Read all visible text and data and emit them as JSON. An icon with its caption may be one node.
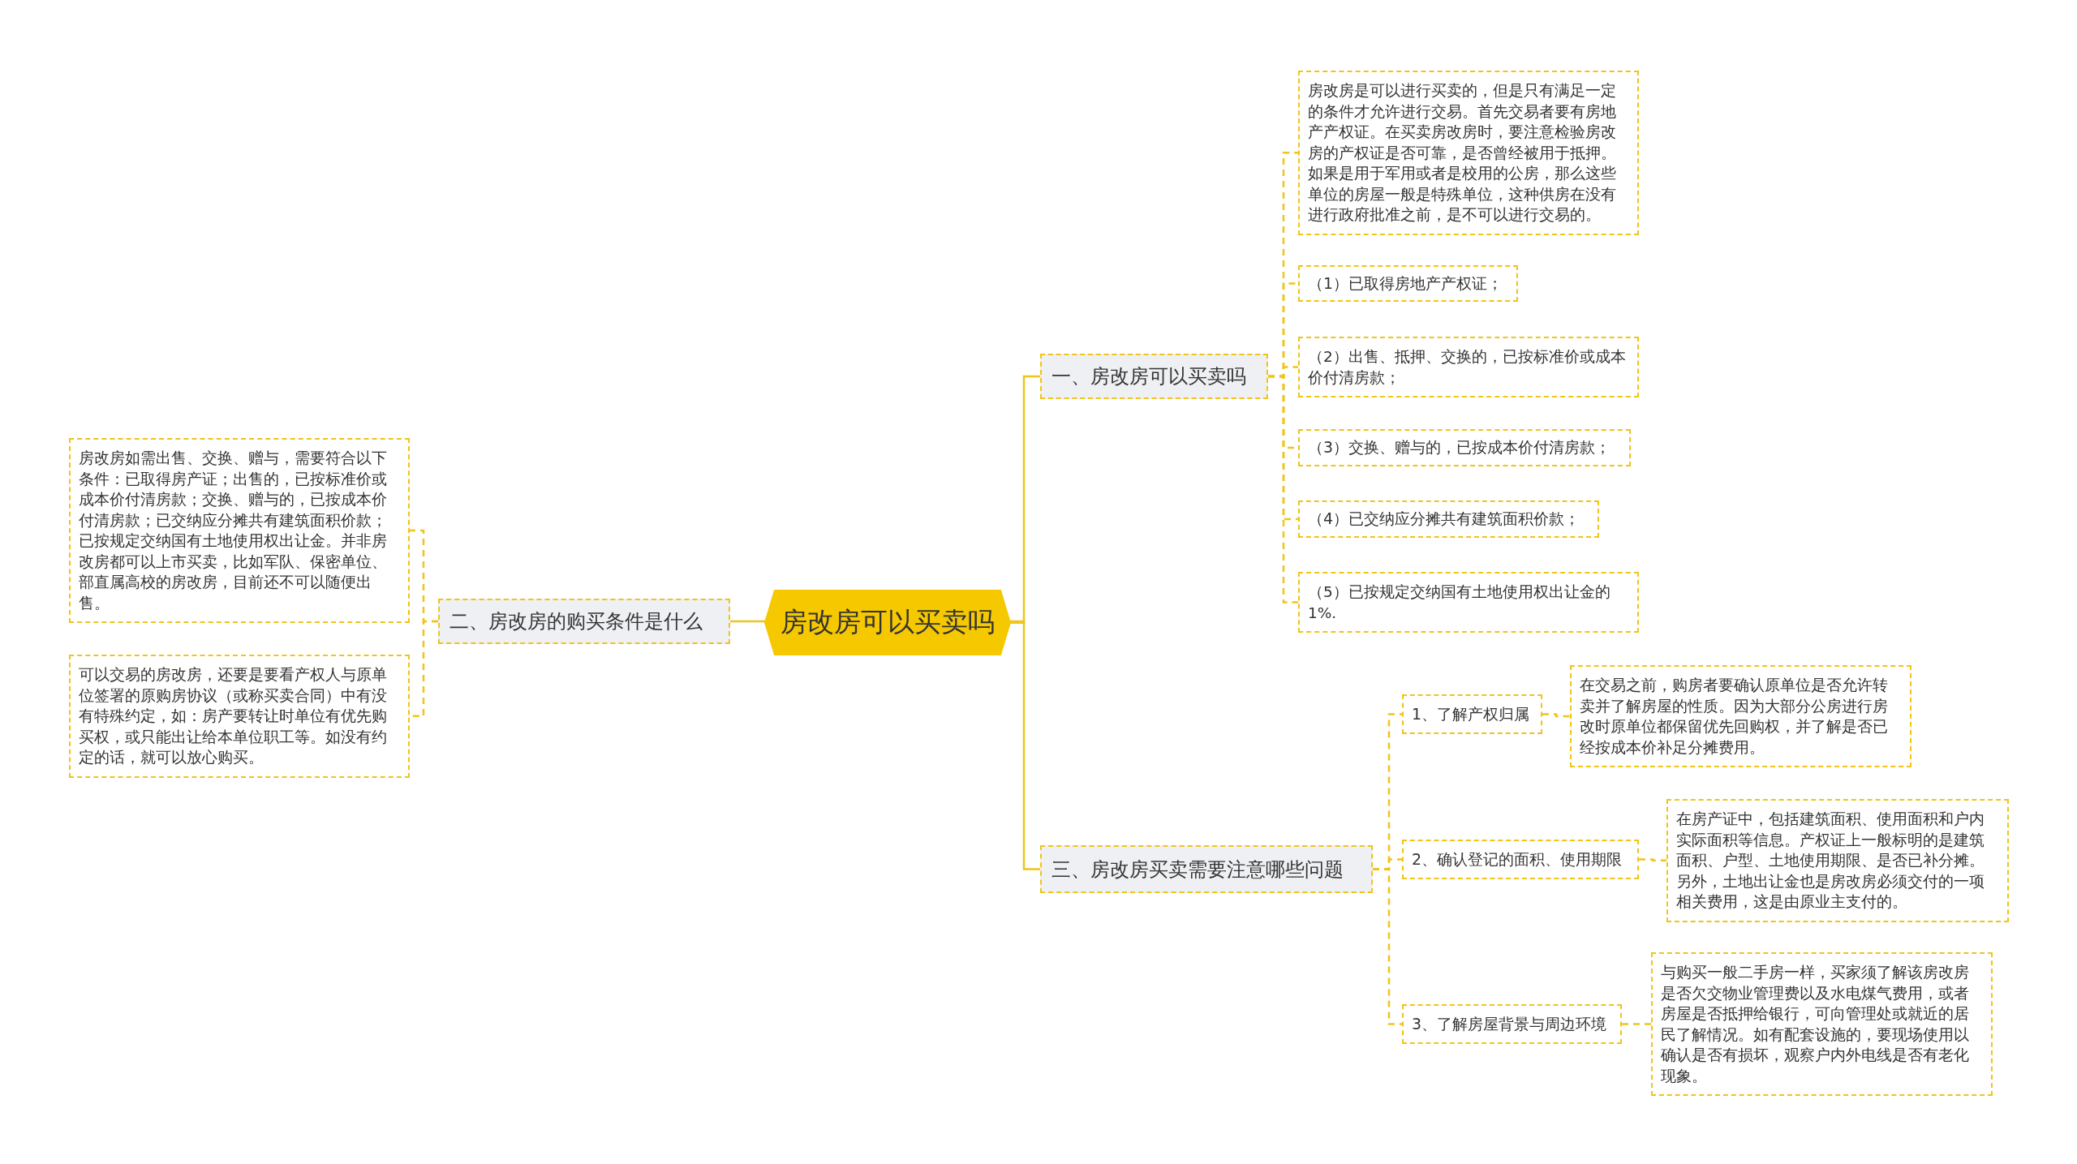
{
  "diagram": {
    "nodes": [
      {
        "text": [
          "房改房可以买卖吗"
        ]
      },
      {
        "text": [
          "一、房改房可以买卖吗"
        ]
      },
      {
        "text": [
          "房改房是可以进行买卖的，但是只有满足一定的条件才允许进行交易。首先交易者要有房地产产权证。在买卖房改房时，要注意检验房改房的产权证是否可靠，是否曾经被用于抵押。如果是用于军用或者是校用的公房，那么这些单位的房屋一般是特殊单位，这种供房在没有进行政府批准之前，是不可以进行交易的。"
        ]
      },
      {
        "text": [
          "（1）已取得房地产产权证；"
        ]
      },
      {
        "text": [
          "（2）出售、抵押、交换的，已按标准价或成本价付清房款；"
        ]
      },
      {
        "text": [
          "（3）交换、赠与的，已按成本价付清房款；"
        ]
      },
      {
        "text": [
          "（4）已交纳应分摊共有建筑面积价款；"
        ]
      },
      {
        "text": [
          "（5）已按规定交纳国有土地使用权出让金的1%."
        ]
      },
      {
        "text": [
          "二、房改房的购买条件是什么"
        ]
      },
      {
        "text": [
          "房改房如需出售、交换、赠与，需要符合以下条件：已取得房产证；出售的，已按标准价或成本价付清房款；交换、赠与的，已按成本价付清房款；已交纳应分摊共有建筑面积价款；已按规定交纳国有土地使用权出让金。并非房改房都可以上市买卖，比如军队、保密单位、部直属高校的房改房，目前还不可以随便出售。"
        ]
      },
      {
        "text": [
          "可以交易的房改房，还要是要看产权人与原单位签署的原购房协议（或称买卖合同）中有没有特殊约定，如：房产要转让时单位有优先购买权，或只能出让给本单位职工等。如没有约定的话，就可以放心购买。"
        ]
      },
      {
        "text": [
          "三、房改房买卖需要注意哪些问题"
        ]
      },
      {
        "text": [
          "1、了解产权归属"
        ]
      },
      {
        "text": [
          "在交易之前，购房者要确认原单位是否允许转卖并了解房屋的性质。因为大部分公房进行房改时原单位都保留优先回购权，并了解是否已经按成本价补足分摊费用。"
        ]
      },
      {
        "text": [
          "2、确认登记的面积、使用期限"
        ]
      },
      {
        "text": [
          "在房产证中，包括建筑面积、使用面积和户内实际面积等信息。产权证上一般标明的是建筑面积、户型、土地使用期限、是否已补分摊。另外，土地出让金也是房改房必须交付的一项相关费用，这是由原业主支付的。"
        ]
      },
      {
        "text": [
          "3、了解房屋背景与周边环境"
        ]
      },
      {
        "text": [
          "与购买一般二手房一样，买家须了解该房改房是否欠交物业管理费以及水电煤气费用，或者房屋是否抵押给银行，可向管理处或就近的居民了解情况。如有配套设施的，要现场使用以确认是否有损坏，观察户内外电线是否有老化现象。"
        ]
      }
    ],
    "edges": [
      {
        "from": 0,
        "to": 1,
        "arrow": "none"
      },
      {
        "from": 1,
        "to": 2,
        "arrow": "none",
        "style": "dashed"
      },
      {
        "from": 1,
        "to": 3,
        "arrow": "none",
        "style": "dashed"
      },
      {
        "from": 1,
        "to": 4,
        "arrow": "none",
        "style": "dashed"
      },
      {
        "from": 1,
        "to": 5,
        "arrow": "none",
        "style": "dashed"
      },
      {
        "from": 1,
        "to": 6,
        "arrow": "none",
        "style": "dashed"
      },
      {
        "from": 1,
        "to": 7,
        "arrow": "none",
        "style": "dashed"
      },
      {
        "from": 0,
        "to": 8,
        "arrow": "none"
      },
      {
        "from": 8,
        "to": 9,
        "arrow": "none",
        "style": "dashed"
      },
      {
        "from": 8,
        "to": 10,
        "arrow": "none",
        "style": "dashed"
      },
      {
        "from": 0,
        "to": 11,
        "arrow": "none"
      },
      {
        "from": 11,
        "to": 12,
        "arrow": "none",
        "style": "dashed"
      },
      {
        "from": 12,
        "to": 13,
        "arrow": "none",
        "style": "dashed"
      },
      {
        "from": 11,
        "to": 14,
        "arrow": "none",
        "style": "dashed"
      },
      {
        "from": 14,
        "to": 15,
        "arrow": "none",
        "style": "dashed"
      },
      {
        "from": 11,
        "to": 16,
        "arrow": "none",
        "style": "dashed"
      },
      {
        "from": 16,
        "to": 17,
        "arrow": "none",
        "style": "dashed"
      }
    ]
  }
}
